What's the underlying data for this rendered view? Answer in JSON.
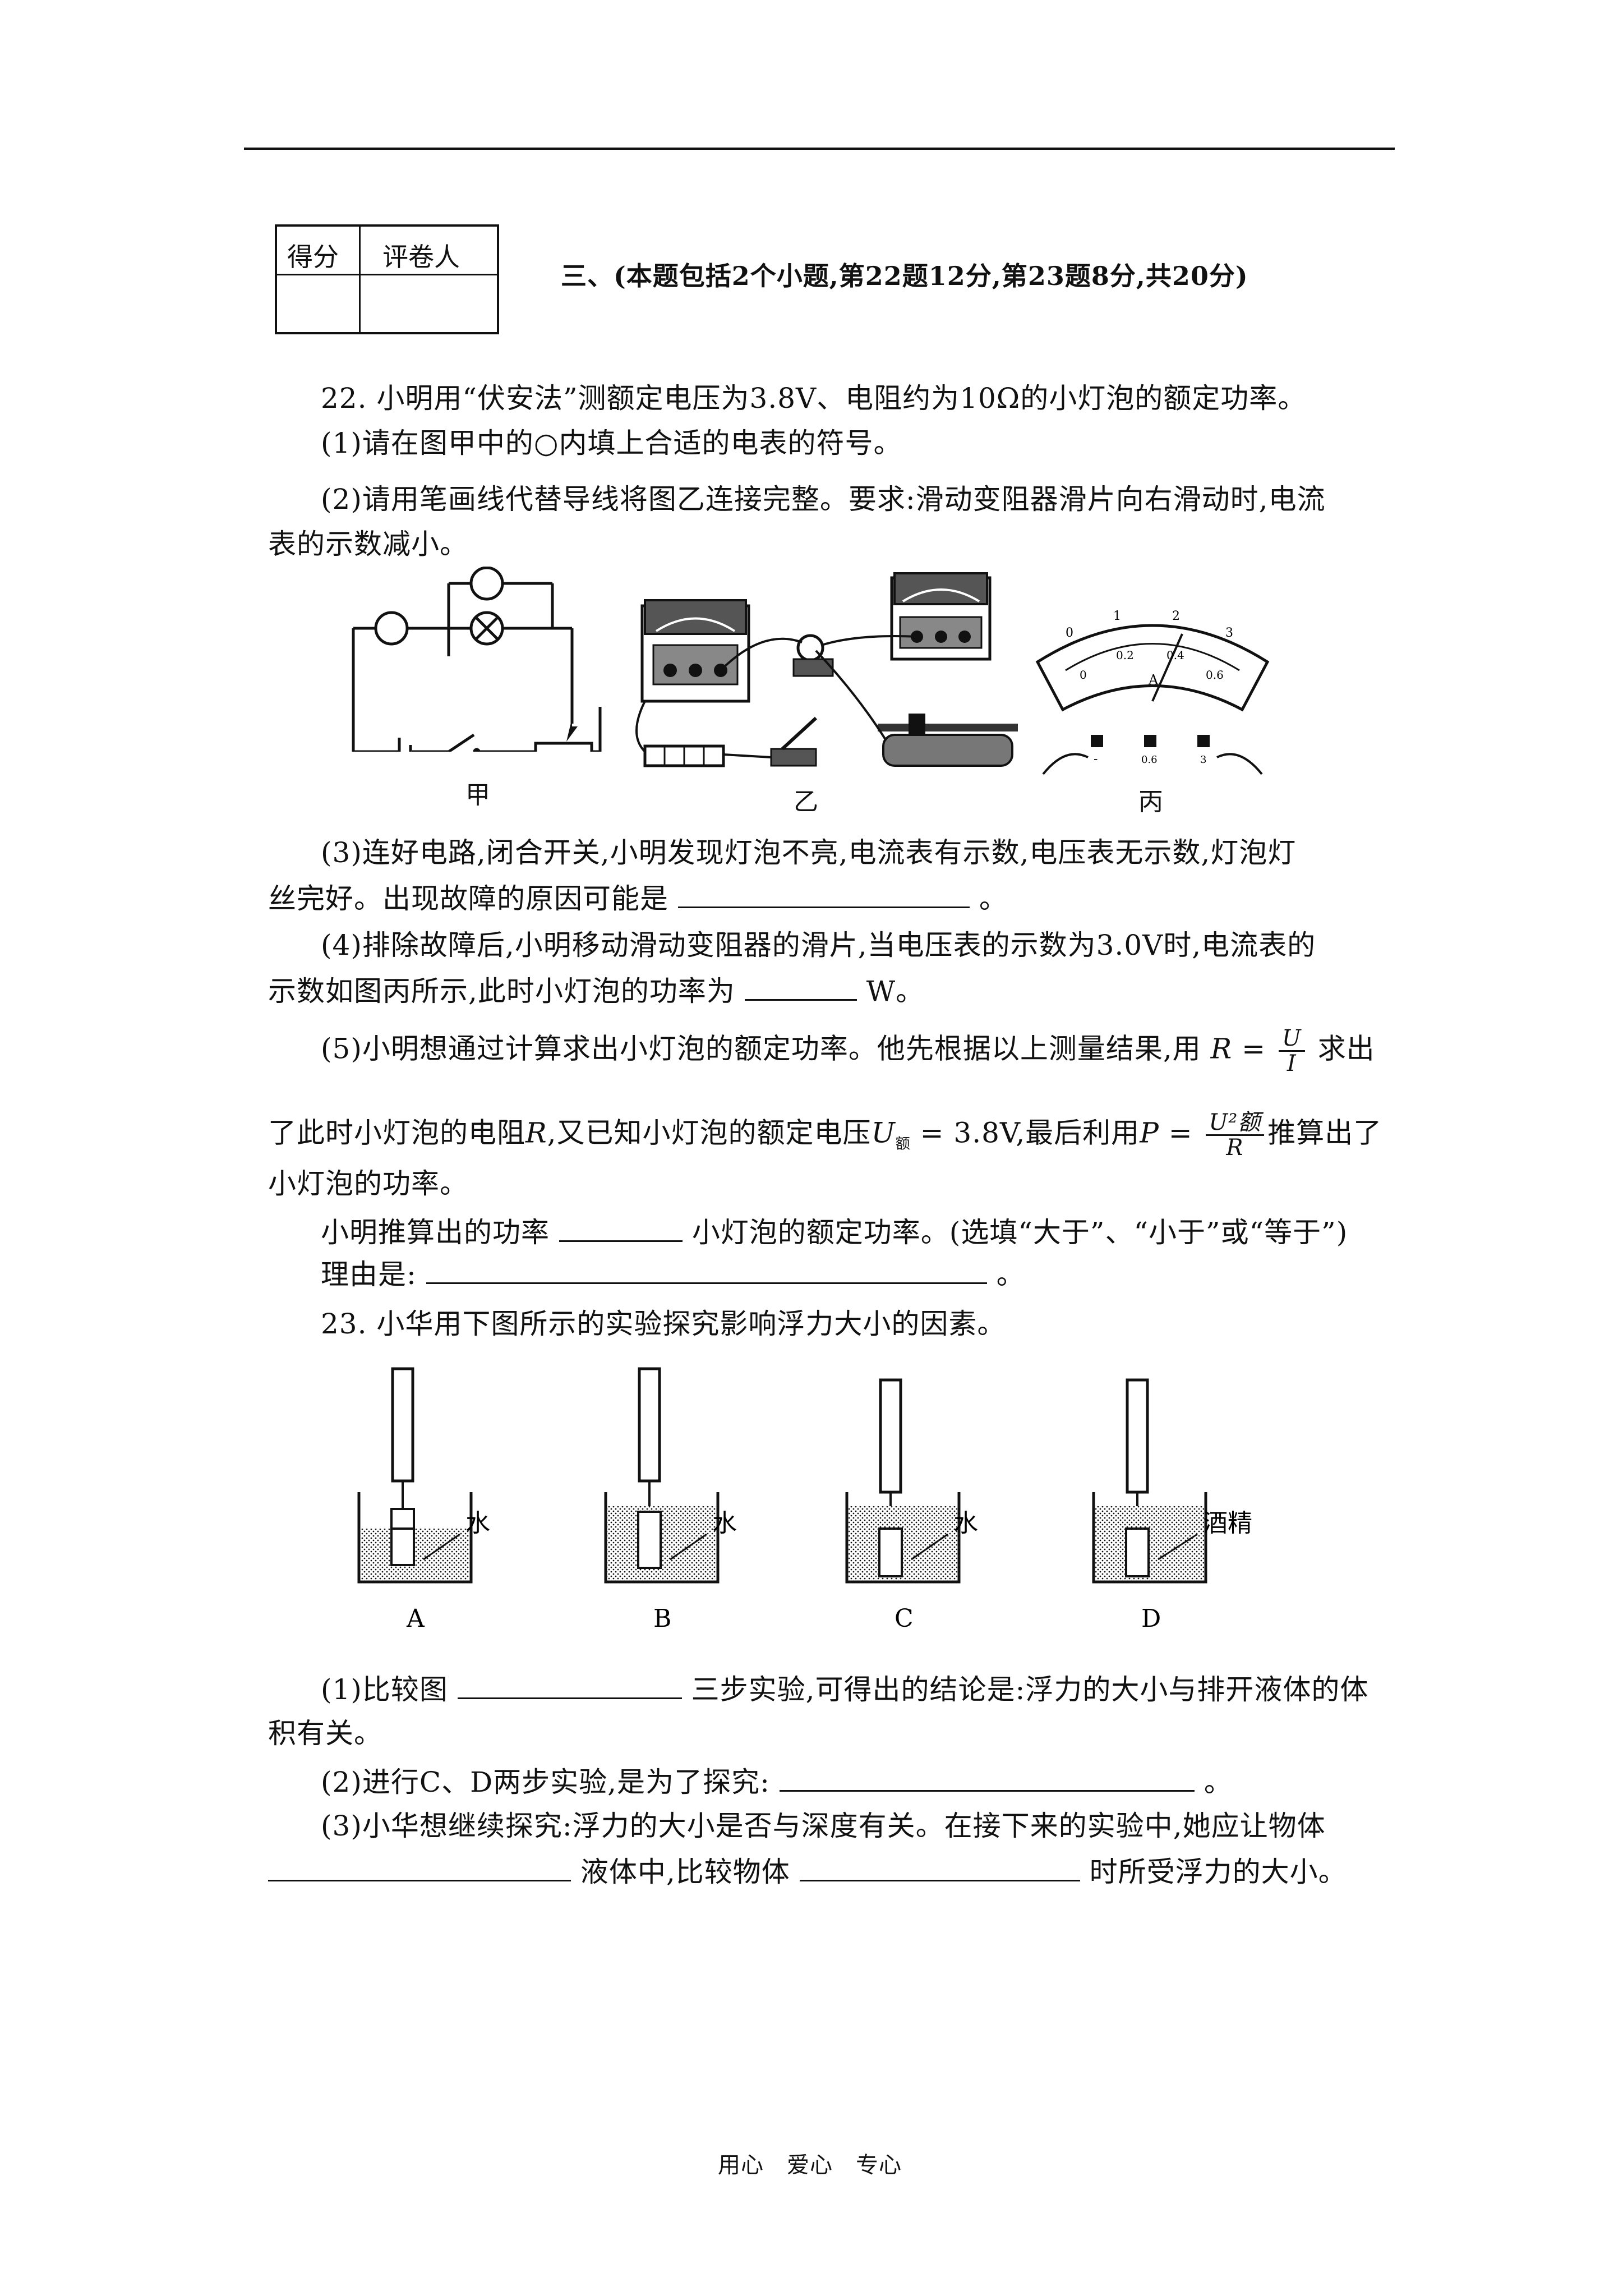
{
  "score_box": {
    "score_label": "得分",
    "grader_label": "评卷人"
  },
  "section": {
    "heading": "三、(本题包括2个小题,第22题12分,第23题8分,共20分)"
  },
  "q22": {
    "intro": "22. 小明用“伏安法”测额定电压为3.8V、电阻约为10Ω的小灯泡的额定功率。",
    "p1": "(1)请在图甲中的○内填上合适的电表的符号。",
    "p2a": "(2)请用笔画线代替导线将图乙连接完整。要求:滑动变阻器滑片向右滑动时,电流",
    "p2b": "表的示数减小。",
    "fig_labels": {
      "jia": "甲",
      "yi": "乙",
      "bing": "丙"
    },
    "meter": {
      "scale_top": [
        "0",
        "1",
        "2",
        "3"
      ],
      "scale_bottom": [
        "0",
        "0.2",
        "0.4",
        "0.6"
      ],
      "unit": "A",
      "terminals": [
        "-",
        "0.6",
        "3"
      ]
    },
    "p3a": "(3)连好电路,闭合开关,小明发现灯泡不亮,电流表有示数,电压表无示数,灯泡灯",
    "p3b": "丝完好。出现故障的原因可能是",
    "p3b_end": "。",
    "p4a": "(4)排除故障后,小明移动滑动变阻器的滑片,当电压表的示数为3.0V时,电流表的",
    "p4b": "示数如图丙所示,此时小灯泡的功率为",
    "p4b_end": "W。",
    "p5a": "(5)小明想通过计算求出小灯泡的额定功率。他先根据以上测量结果,用",
    "p5a_formula_lhs": "R =",
    "p5a_num": "U",
    "p5a_den": "I",
    "p5a_end": "求出",
    "p5b": "了此时小灯泡的电阻",
    "p5b_R": "R",
    "p5b_mid": ",又已知小灯泡的额定电压",
    "p5b_U": "U",
    "p5b_Usub": "额",
    "p5b_val": " = 3.8V,最后利用",
    "p5b_P": "P =",
    "p5b_num": "U²额",
    "p5b_den": "R",
    "p5b_end": "推算出了",
    "p5c": "小灯泡的功率。",
    "p5d_a": "小明推算出的功率",
    "p5d_b": "小灯泡的额定功率。(选填“大于”、“小于”或“等于”)",
    "p5e": "理由是:",
    "p5e_end": "。"
  },
  "q23": {
    "intro": "23. 小华用下图所示的实验探究影响浮力大小的因素。",
    "beakers": [
      {
        "letter": "A",
        "liquid": "水"
      },
      {
        "letter": "B",
        "liquid": "水"
      },
      {
        "letter": "C",
        "liquid": "水"
      },
      {
        "letter": "D",
        "liquid": "酒精"
      }
    ],
    "p1a": "(1)比较图",
    "p1b": "三步实验,可得出的结论是:浮力的大小与排开液体的体",
    "p1c": "积有关。",
    "p2": "(2)进行C、D两步实验,是为了探究:",
    "p2_end": "。",
    "p3a": "(3)小华想继续探究:浮力的大小是否与深度有关。在接下来的实验中,她应让物体",
    "p3b_mid": "液体中,比较物体",
    "p3b_end": "时所受浮力的大小。"
  },
  "footer": {
    "text": "用心　爱心　专心"
  }
}
